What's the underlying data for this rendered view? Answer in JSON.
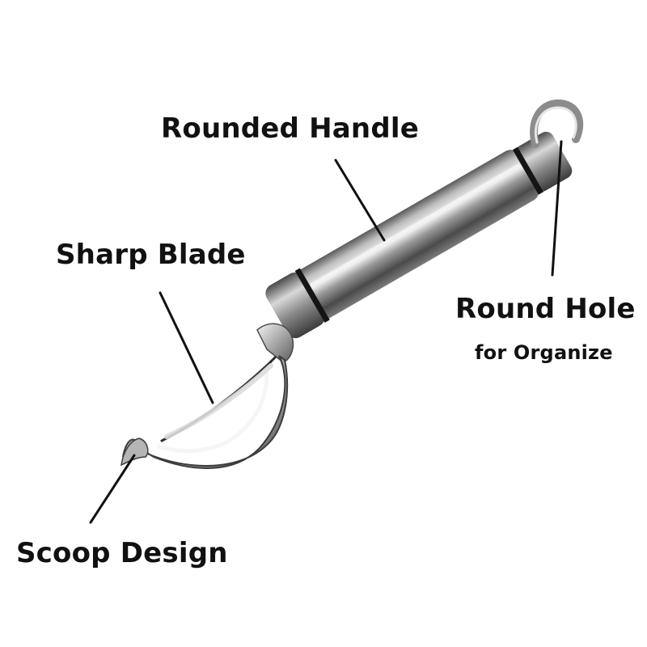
{
  "labels": {
    "handle": "Rounded Handle",
    "blade": "Sharp Blade",
    "hole_line1": "Round Hole",
    "hole_line2": "for Organize",
    "scoop": "Scoop Design"
  },
  "colors": {
    "text": "#111111",
    "leader": "#111111",
    "background": "#ffffff",
    "metal_dark": "#3a3a3a",
    "metal_mid": "#8a8a8a",
    "metal_light": "#e6e6e6"
  }
}
